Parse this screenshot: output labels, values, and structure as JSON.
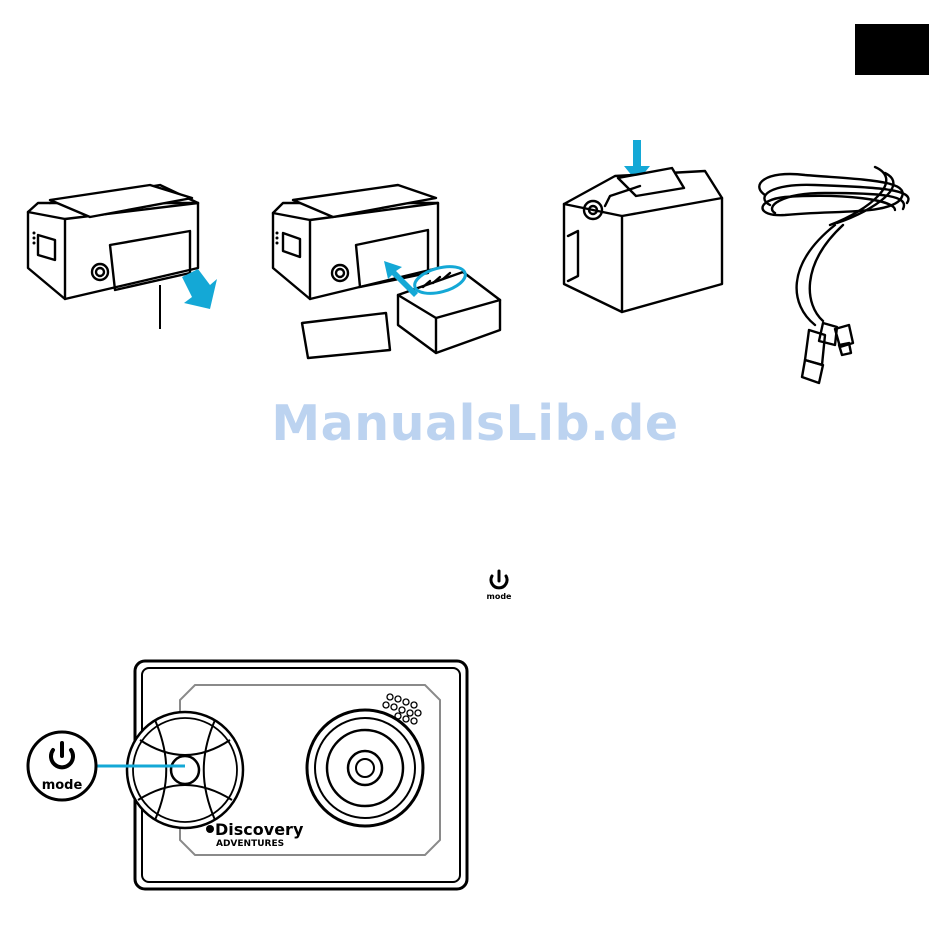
{
  "watermark": {
    "text": "ManualsLib.de",
    "color": "#bcd3f0"
  },
  "accent_color": "#14a8d6",
  "power_mode_icon": {
    "icon": "power-icon",
    "label": "mode"
  },
  "camera_front": {
    "logo_line1": "Discovery",
    "logo_line2": "ADVENTURES"
  }
}
